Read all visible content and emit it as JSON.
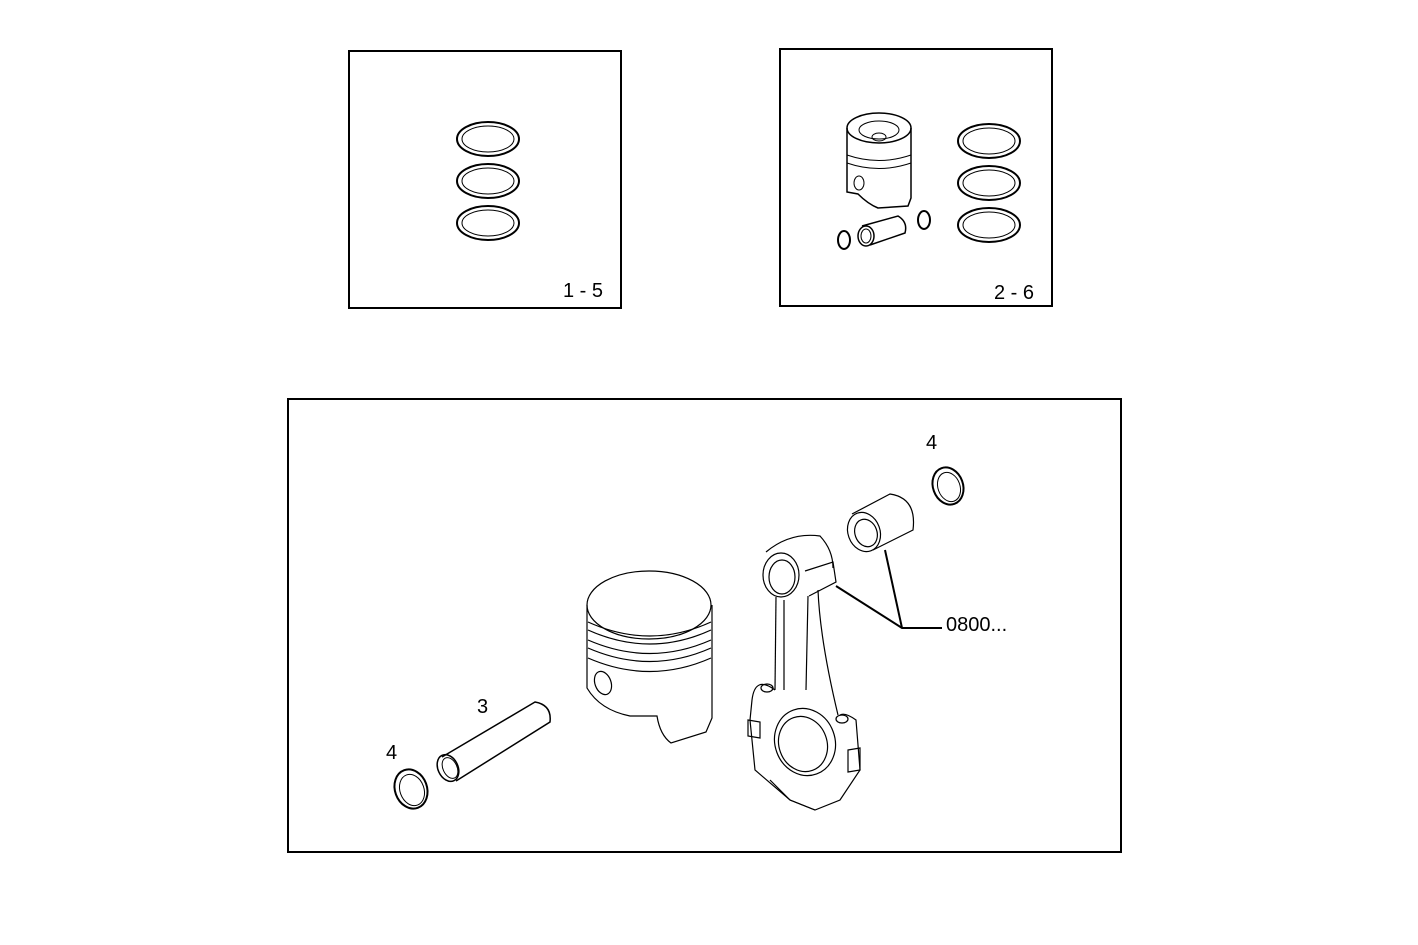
{
  "diagram": {
    "type": "exploded parts diagram",
    "panels": [
      {
        "id": "kit-rings",
        "label": "1 - 5",
        "contents": [
          "piston-ring",
          "piston-ring",
          "piston-ring"
        ]
      },
      {
        "id": "kit-piston",
        "label": "2 - 6",
        "contents": [
          "piston",
          "piston-pin",
          "circlip",
          "circlip",
          "piston-ring",
          "piston-ring",
          "piston-ring"
        ]
      },
      {
        "id": "main-assembly",
        "callouts": [
          {
            "text": "4",
            "part": "circlip-right"
          },
          {
            "text": "4",
            "part": "circlip-left"
          },
          {
            "text": "3",
            "part": "piston-pin"
          },
          {
            "text": "0800...",
            "part": "connecting-rod-and-bushing"
          }
        ]
      }
    ],
    "colors": {
      "line": "#000000",
      "background": "#ffffff"
    }
  }
}
